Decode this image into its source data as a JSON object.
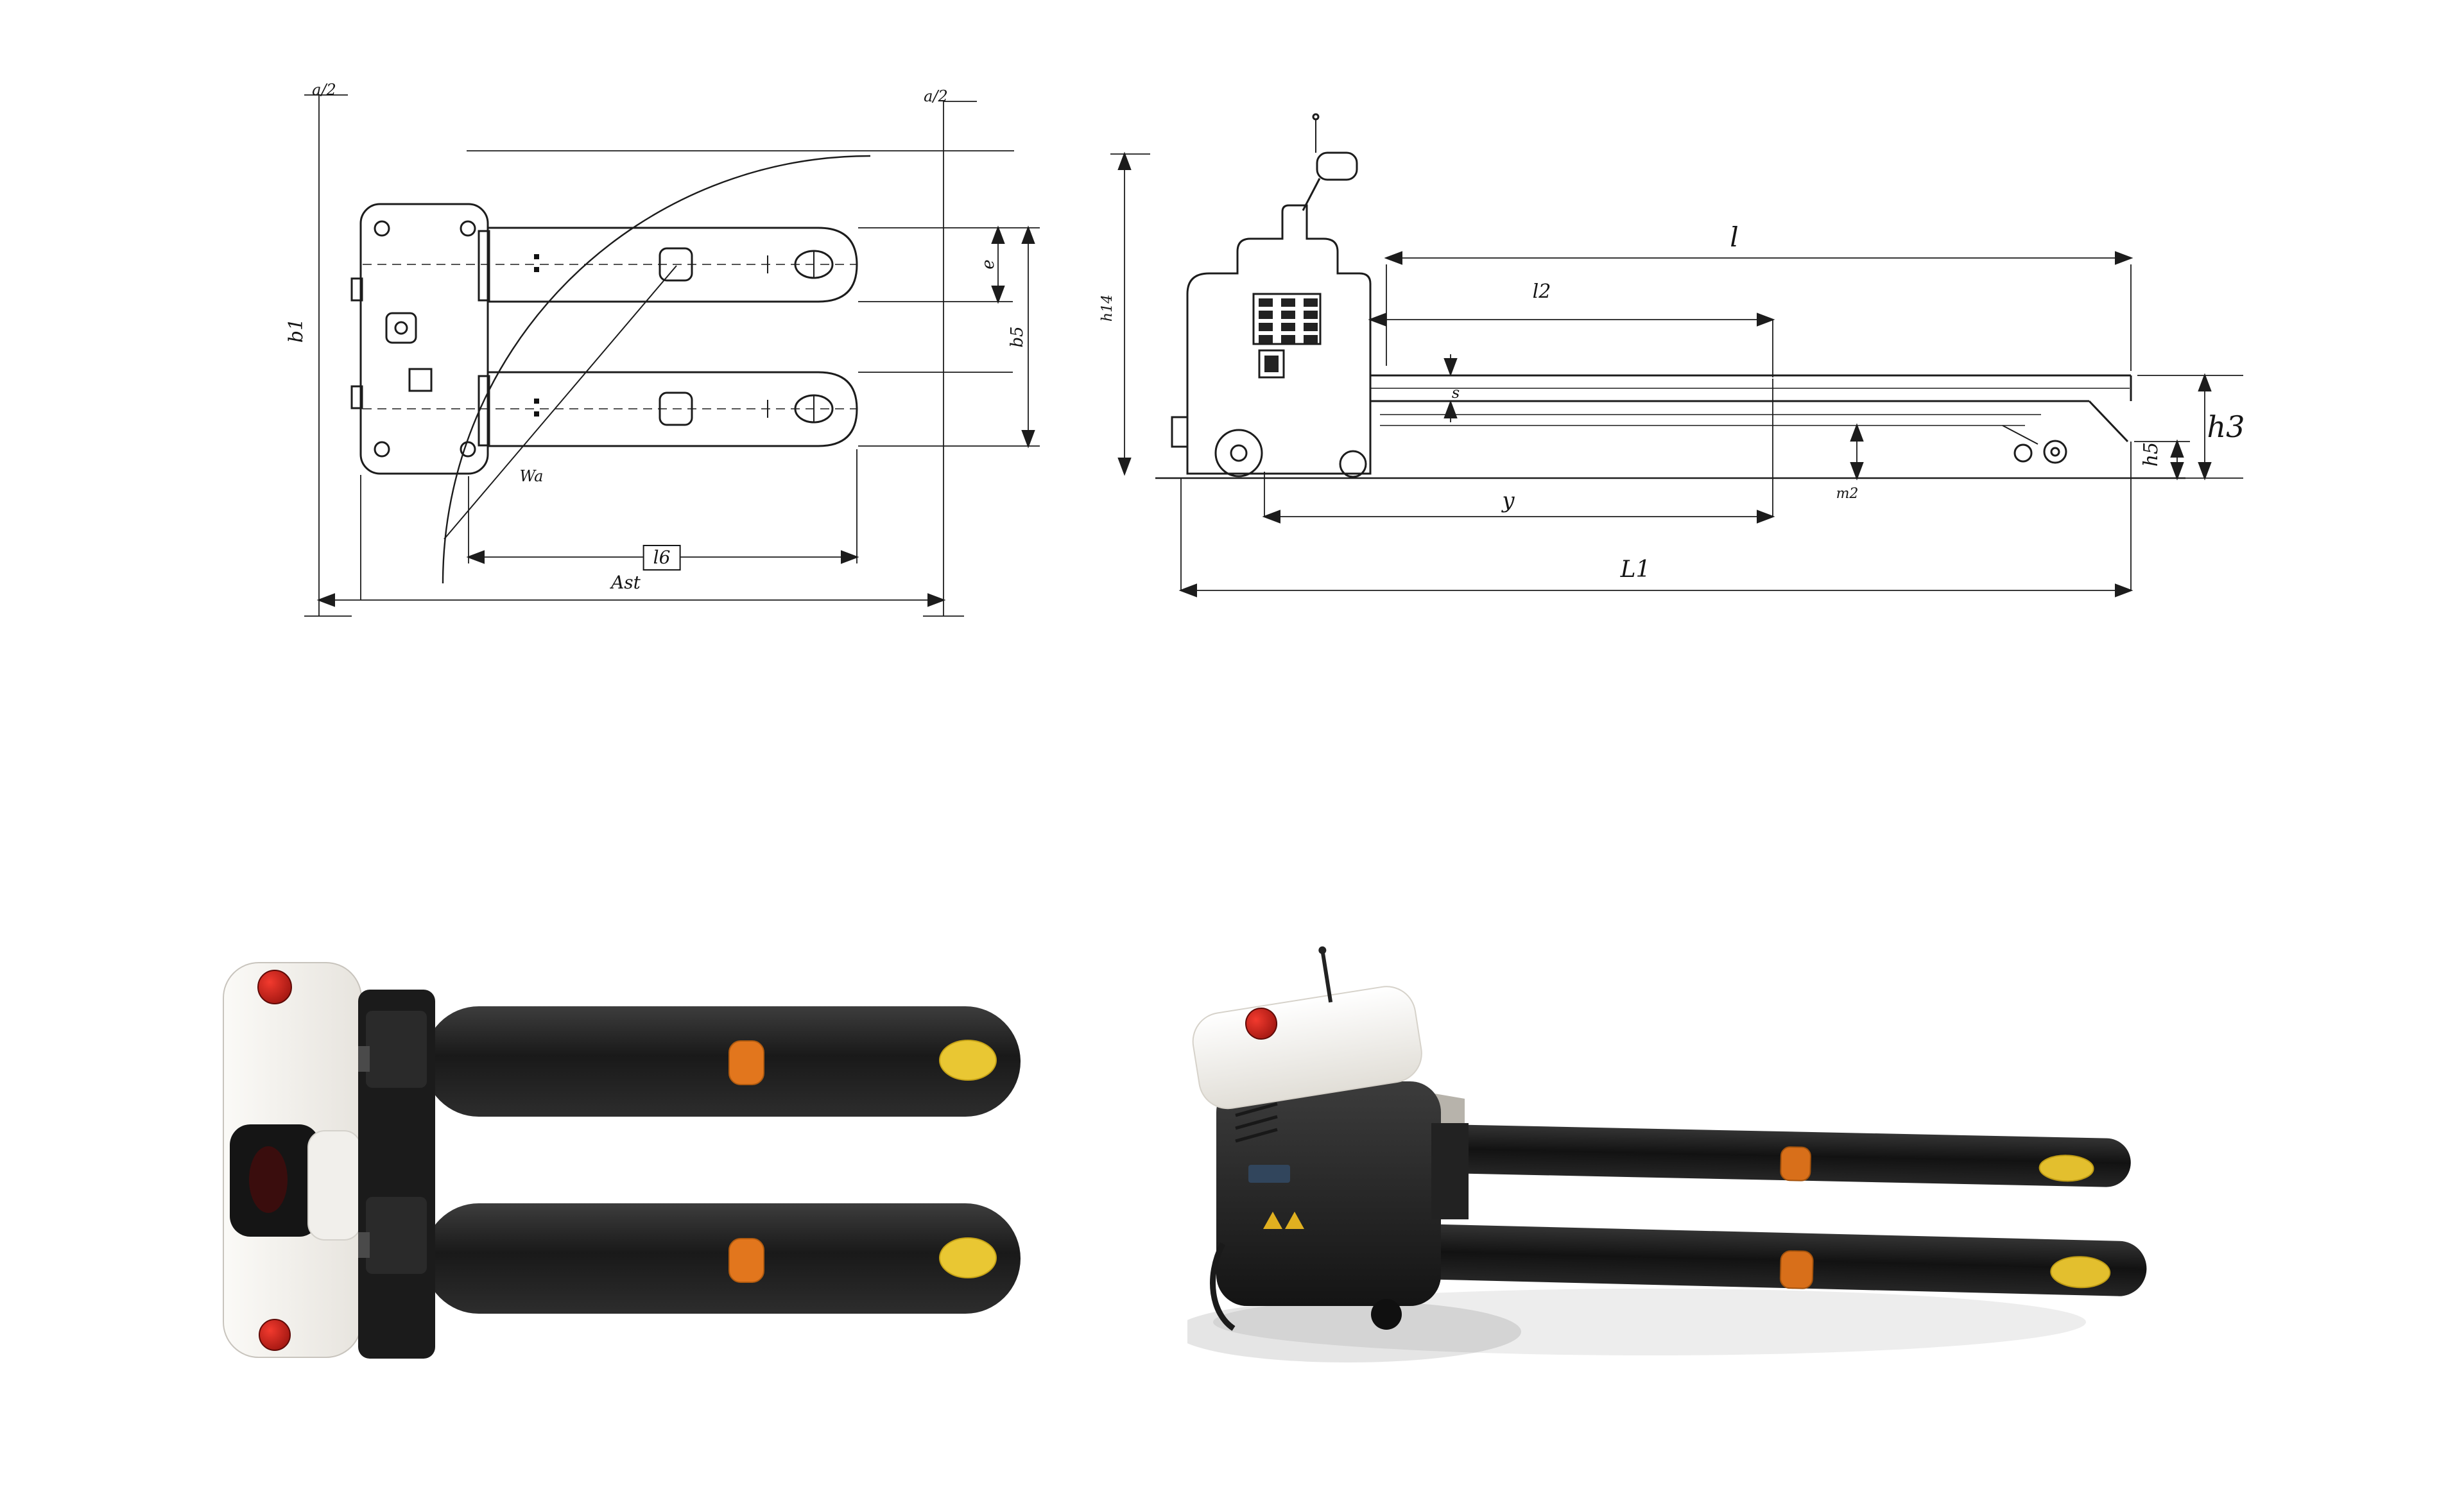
{
  "colors": {
    "line": "#1c1c1c",
    "fork_black": "#1e1e1e",
    "body_white": "#f5f3ef",
    "accent_orange": "#de761c",
    "accent_yellow": "#e6c52e",
    "accent_red": "#cf1616",
    "shadow": "#e5e5e5"
  },
  "drawings": {
    "top_view": {
      "name": "pallet truck top view technical drawing",
      "labels": [
        {
          "text": "a/2"
        },
        {
          "text": "a/2"
        },
        {
          "text": "b1"
        },
        {
          "text": "e"
        },
        {
          "text": "b5"
        },
        {
          "text": "l6"
        },
        {
          "text": "Ast"
        },
        {
          "text": "Wa"
        }
      ]
    },
    "side_view": {
      "name": "pallet truck side view technical drawing",
      "labels": [
        {
          "text": "h14"
        },
        {
          "text": "l"
        },
        {
          "text": "l2"
        },
        {
          "text": "s"
        },
        {
          "text": "y"
        },
        {
          "text": "L1"
        },
        {
          "text": "h3"
        },
        {
          "text": "h5"
        },
        {
          "text": "m2"
        }
      ]
    }
  },
  "renders": {
    "top_view": {
      "name": "pallet truck product render, top view"
    },
    "side_view": {
      "name": "pallet truck product render, side view"
    }
  }
}
